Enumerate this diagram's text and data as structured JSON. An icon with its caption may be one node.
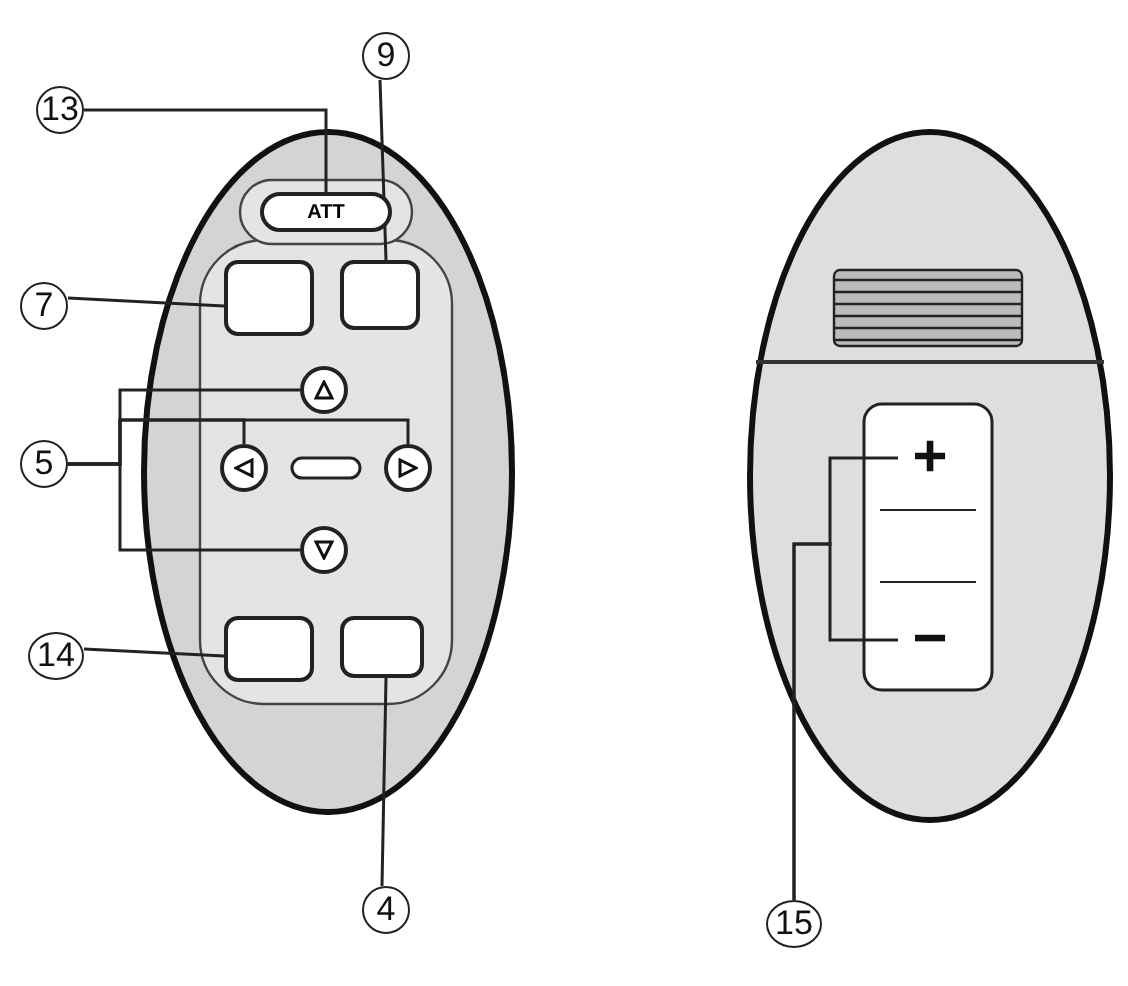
{
  "diagram": {
    "nodes": [
      {
        "text": [
          "13"
        ]
      },
      {
        "text": [
          "9"
        ]
      },
      {
        "text": [
          "ATT"
        ]
      },
      {
        "text": [
          "7"
        ]
      },
      {
        "text": [],
        "shape": "box"
      },
      {
        "text": [],
        "shape": "box"
      },
      {
        "text": [
          "5"
        ]
      },
      {
        "text": [],
        "shape": "circle"
      },
      {
        "text": [],
        "shape": "circle"
      },
      {
        "text": [],
        "shape": "circle"
      },
      {
        "text": [],
        "shape": "circle"
      },
      {
        "text": [
          "14"
        ]
      },
      {
        "text": [],
        "shape": "box"
      },
      {
        "text": [],
        "shape": "box"
      },
      {
        "text": [
          "4"
        ]
      },
      {
        "text": [
          "+"
        ]
      },
      {
        "text": [
          "−"
        ]
      },
      {
        "text": [
          "15"
        ]
      }
    ],
    "edges": [
      {
        "from": 0,
        "to": 2,
        "arrow": "none"
      },
      {
        "from": 1,
        "to": 5,
        "arrow": "none"
      },
      {
        "from": 3,
        "to": 4,
        "arrow": "none"
      },
      {
        "from": 6,
        "to": 7,
        "arrow": "none"
      },
      {
        "from": 6,
        "to": 8,
        "arrow": "none"
      },
      {
        "from": 6,
        "to": 9,
        "arrow": "none"
      },
      {
        "from": 6,
        "to": 10,
        "arrow": "none"
      },
      {
        "from": 11,
        "to": 12,
        "arrow": "none"
      },
      {
        "from": 14,
        "to": 13,
        "arrow": "none"
      },
      {
        "from": 17,
        "to": 15,
        "arrow": "none"
      },
      {
        "from": 17,
        "to": 16,
        "arrow": "none"
      }
    ]
  }
}
